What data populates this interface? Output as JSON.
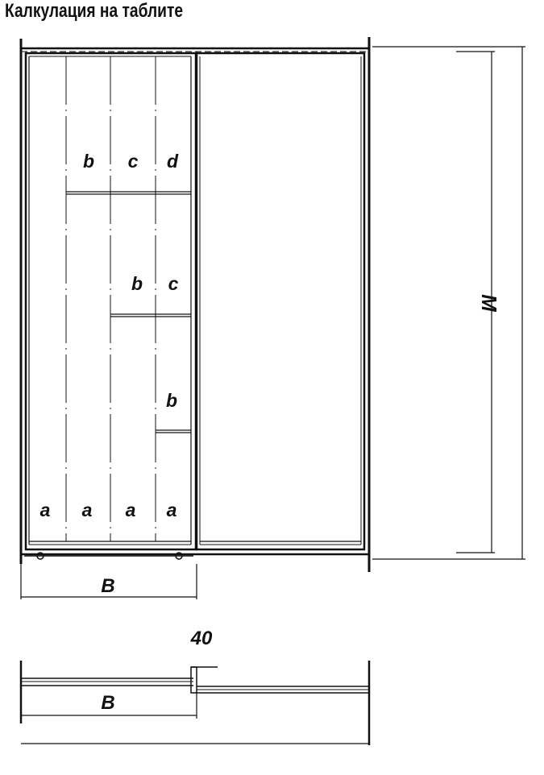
{
  "title": "Калкулация на таблите",
  "labels": {
    "row1": [
      "b",
      "c",
      "d"
    ],
    "row2": [
      "b",
      "c"
    ],
    "row3": [
      "b"
    ],
    "row4": [
      "a",
      "a",
      "a",
      "a"
    ],
    "height": "M",
    "width_front": "B",
    "width_top": "B",
    "overlap": "40"
  }
}
